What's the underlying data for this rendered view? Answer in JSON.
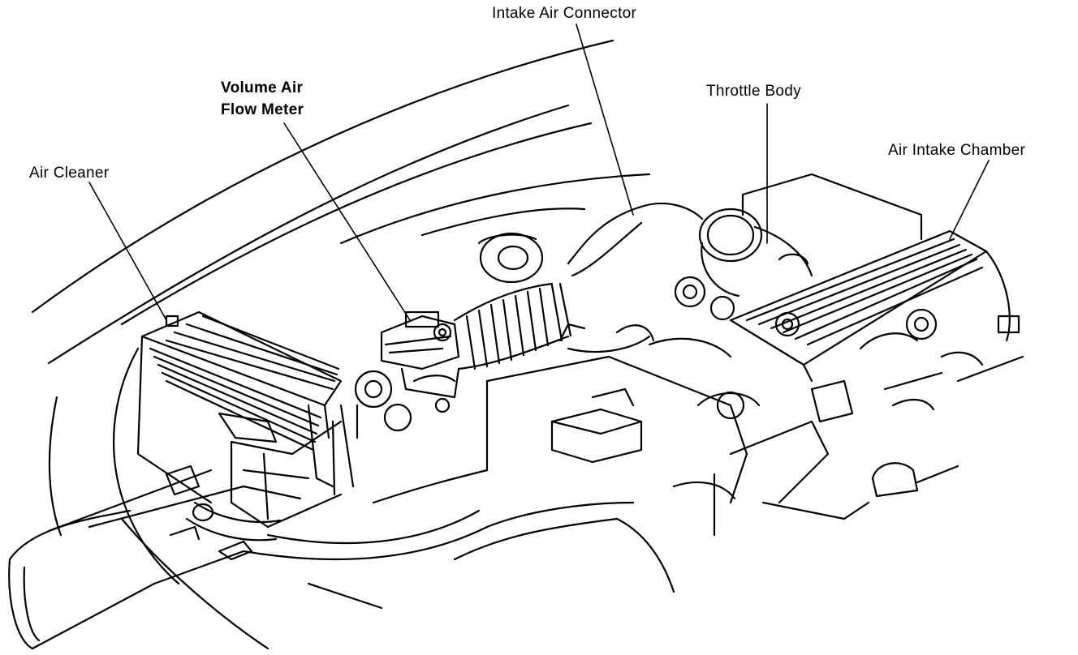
{
  "diagram": {
    "labels": {
      "intake_air_connector": "Intake Air Connector",
      "volume_air_flow_meter_line1": "Volume Air",
      "volume_air_flow_meter_line2": "Flow Meter",
      "throttle_body": "Throttle Body",
      "air_intake_chamber": "Air Intake Chamber",
      "air_cleaner": "Air Cleaner"
    },
    "style": {
      "line_color": "#000000",
      "background": "#ffffff"
    }
  }
}
